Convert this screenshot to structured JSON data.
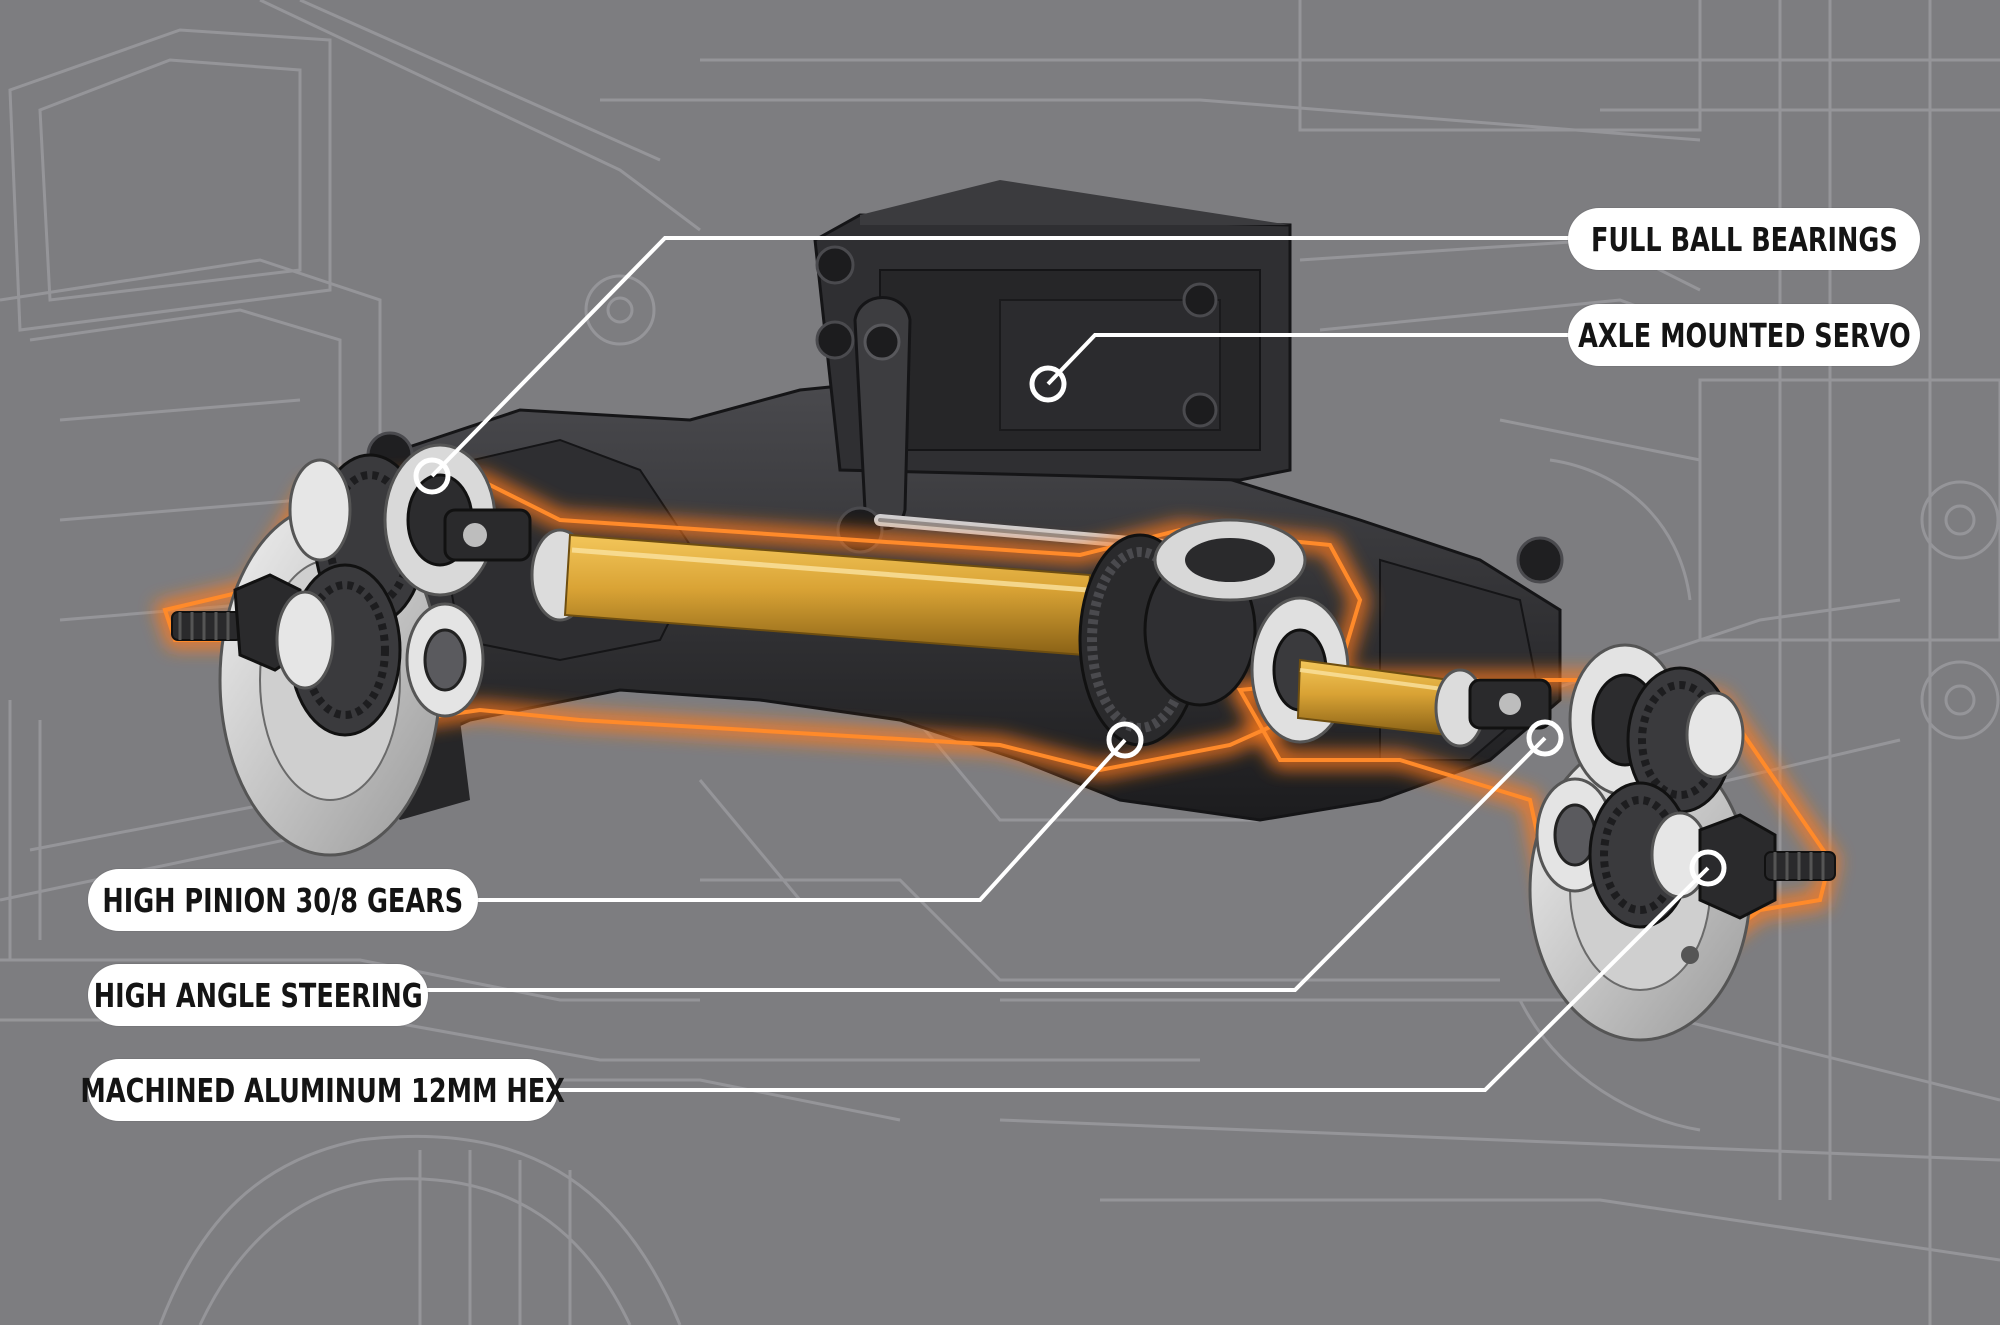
{
  "callouts": [
    {
      "id": "full-ball-bearings",
      "label": "FULL BALL BEARINGS"
    },
    {
      "id": "axle-mounted-servo",
      "label": "AXLE MOUNTED SERVO"
    },
    {
      "id": "high-pinion-gears",
      "label": "HIGH PINION 30/8 GEARS"
    },
    {
      "id": "high-angle-steering",
      "label": "HIGH ANGLE STEERING"
    },
    {
      "id": "machined-aluminum-hex",
      "label": "MACHINED ALUMINUM 12MM HEX"
    }
  ],
  "colors": {
    "background": "#7d7d80",
    "blueprint_lines": "#9a9a9e",
    "part_dark": "#242426",
    "part_mid": "#3a3a3d",
    "shaft_gold": "#d9a335",
    "glow_orange": "#ff7a1a",
    "callout_fill": "#ffffff",
    "callout_text": "#141414",
    "leader_line": "#ffffff"
  }
}
